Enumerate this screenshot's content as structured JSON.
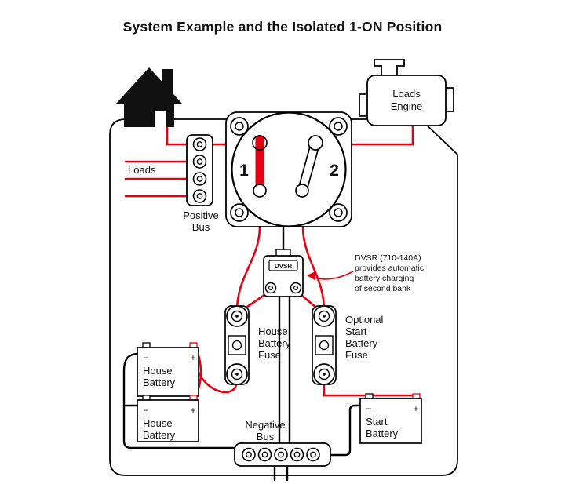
{
  "title": "System Example and the Isolated 1-ON Position",
  "colors": {
    "positive_wire": "#e60012",
    "negative_wire": "#000000",
    "annotation": "#e60012"
  },
  "left": {
    "loads_label": "Loads",
    "positive_bus": {
      "line1": "Positive",
      "line2": "Bus"
    }
  },
  "engine": {
    "line1": "Loads",
    "line2": "Engine"
  },
  "switch": {
    "position1": "1",
    "position2": "2"
  },
  "dvsr": {
    "label": "DVSR",
    "note": {
      "line1": "DVSR (710-140A)",
      "line2": "provides automatic",
      "line3": "battery charging",
      "line4": "of second bank"
    }
  },
  "fuses": {
    "house": {
      "line1": "House",
      "line2": "Battery",
      "line3": "Fuse"
    },
    "start": {
      "line1": "Optional",
      "line2": "Start",
      "line3": "Battery",
      "line4": "Fuse"
    }
  },
  "batteries": {
    "house1": {
      "line1": "House",
      "line2": "Battery",
      "neg": "−",
      "pos": "+"
    },
    "house2": {
      "line1": "House",
      "line2": "Battery",
      "neg": "−",
      "pos": "+"
    },
    "start": {
      "line1": "Start",
      "line2": "Battery",
      "neg": "−",
      "pos": "+"
    }
  },
  "negative_bus": {
    "line1": "Negative",
    "line2": "Bus"
  }
}
